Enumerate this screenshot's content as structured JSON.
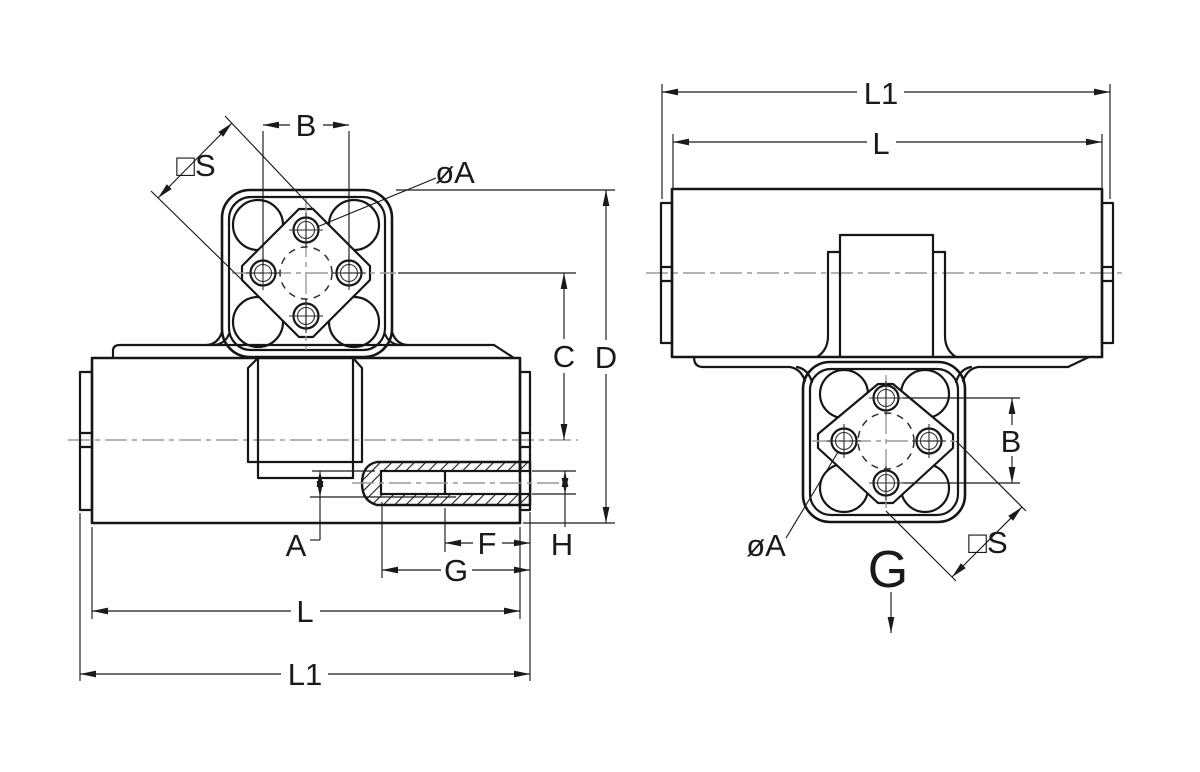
{
  "drawing": {
    "kind": "two-view dimensioned technical drawing of a square-flange tee fitting",
    "colors": {
      "background": "#ffffff",
      "outline": "#161616",
      "dimension_lines": "#1a1a1a",
      "centerlines": "#9a9a9a"
    },
    "front_view": {
      "labels": {
        "B": "B",
        "S": "□S",
        "diaA": "øA",
        "C": "C",
        "D": "D",
        "A": "A",
        "F": "F",
        "H": "H",
        "G": "G",
        "L": "L",
        "L1": "L1"
      }
    },
    "side_view": {
      "labels": {
        "L1": "L1",
        "L": "L",
        "B": "B",
        "diaA": "øA",
        "S": "□S",
        "G": "G"
      }
    }
  }
}
